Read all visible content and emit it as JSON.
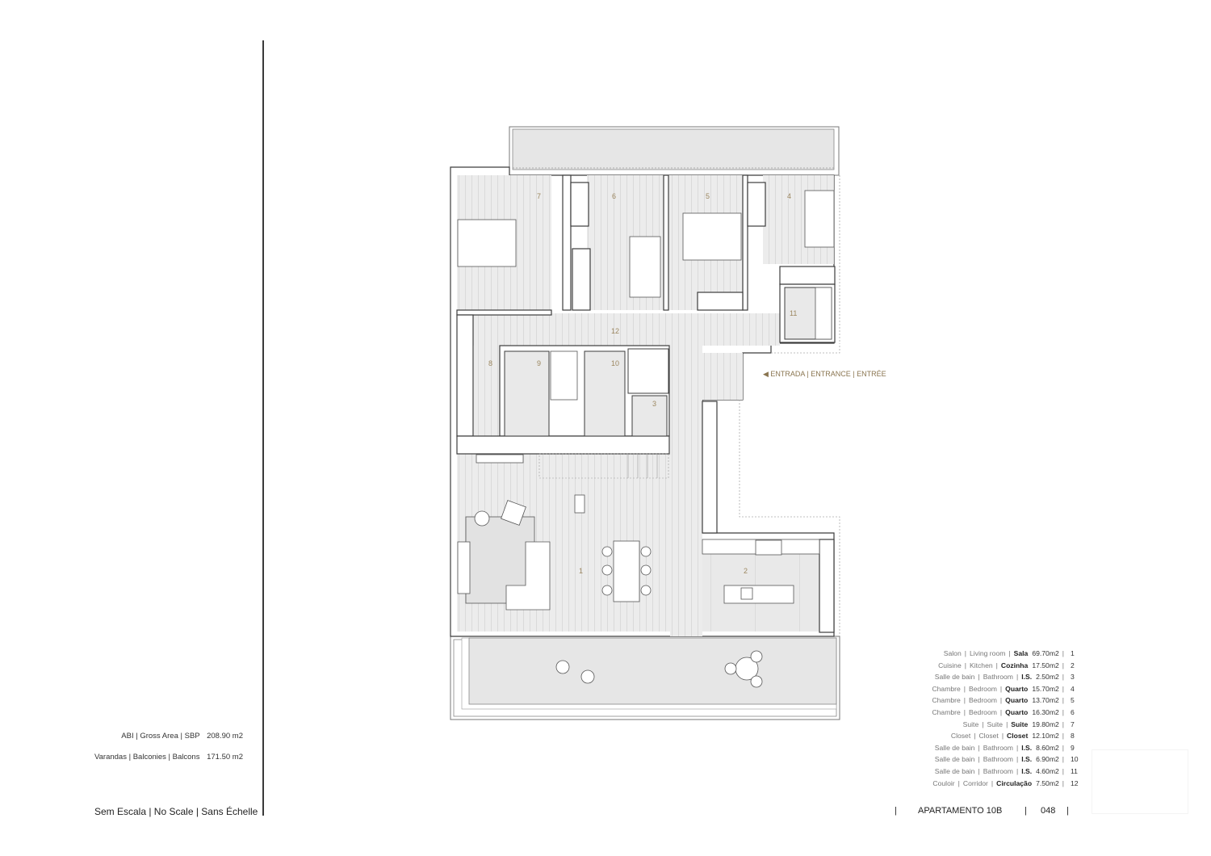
{
  "project": {
    "title": "APARTAMENTO  10B",
    "page": "048"
  },
  "scale_note": "Sem Escala | No Scale | Sans Échelle",
  "areas": [
    {
      "label": "ABI | Gross Area | SBP",
      "value": "208.90 m2"
    },
    {
      "label": "Varandas | Balconies | Balcons",
      "value": "171.50 m2"
    }
  ],
  "entrance_label": "ENTRADA | ENTRANCE | ENTRÉE",
  "rooms": [
    {
      "fr": "Salon",
      "en": "Living room",
      "pt": "Sala",
      "area": "69.70m2",
      "num": "1"
    },
    {
      "fr": "Cuisine",
      "en": "Kitchen",
      "pt": "Cozinha",
      "area": "17.50m2",
      "num": "2"
    },
    {
      "fr": "Salle de bain",
      "en": "Bathroom",
      "pt": "I.S.",
      "area": "2.50m2",
      "num": "3"
    },
    {
      "fr": "Chambre",
      "en": "Bedroom",
      "pt": "Quarto",
      "area": "15.70m2",
      "num": "4"
    },
    {
      "fr": "Chambre",
      "en": "Bedroom",
      "pt": "Quarto",
      "area": "13.70m2",
      "num": "5"
    },
    {
      "fr": "Chambre",
      "en": "Bedroom",
      "pt": "Quarto",
      "area": "16.30m2",
      "num": "6"
    },
    {
      "fr": "Suite",
      "en": "Suite",
      "pt": "Suite",
      "area": "19.80m2",
      "num": "7"
    },
    {
      "fr": "Closet",
      "en": "Closet",
      "pt": "Closet",
      "area": "12.10m2",
      "num": "8"
    },
    {
      "fr": "Salle de bain",
      "en": "Bathroom",
      "pt": "I.S.",
      "area": "8.60m2",
      "num": "9"
    },
    {
      "fr": "Salle de bain",
      "en": "Bathroom",
      "pt": "I.S.",
      "area": "6.90m2",
      "num": "10"
    },
    {
      "fr": "Salle de bain",
      "en": "Bathroom",
      "pt": "I.S.",
      "area": "4.60m2",
      "num": "11"
    },
    {
      "fr": "Couloir",
      "en": "Corridor",
      "pt": "Circulação",
      "area": "7.50m2",
      "num": "12"
    }
  ],
  "plan_labels": {
    "r1": "1",
    "r2": "2",
    "r3": "3",
    "r4": "4",
    "r5": "5",
    "r6": "6",
    "r7": "7",
    "r8": "8",
    "r9": "9",
    "r10": "10",
    "r11": "11",
    "r12": "12"
  },
  "colors": {
    "wall": "#3c3c3c",
    "floor": "#e8e8e8",
    "label": "#9c8760",
    "entrance": "#8a7550"
  }
}
